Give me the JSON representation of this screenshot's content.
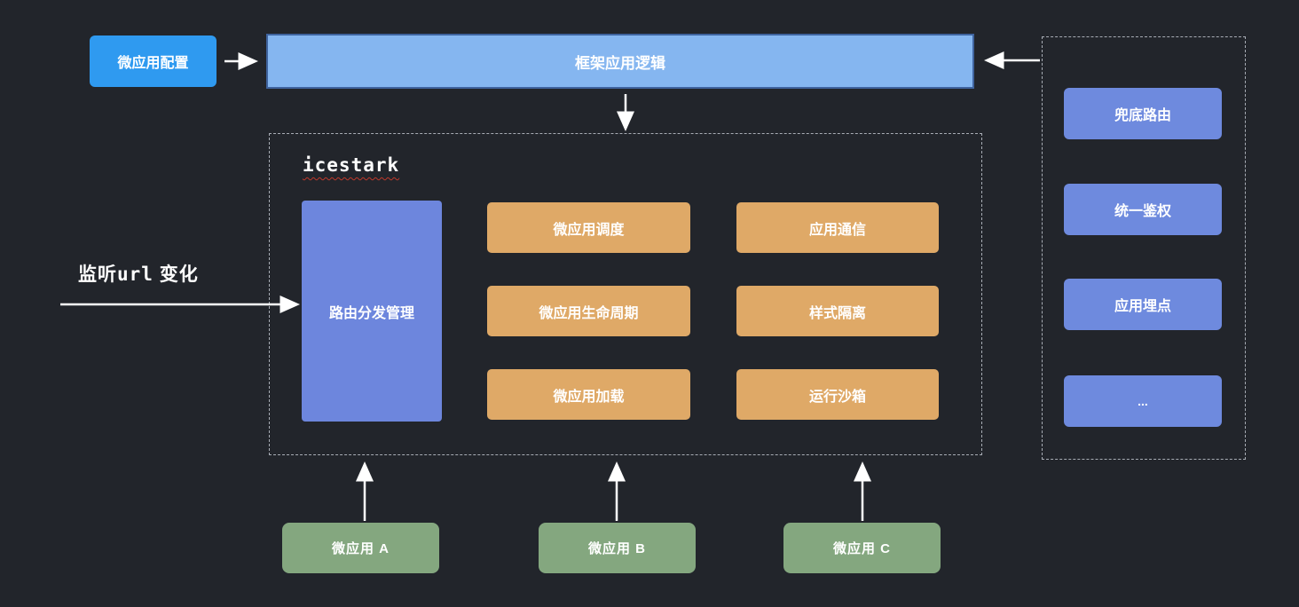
{
  "diagram": {
    "config_box": {
      "label": "微应用配置"
    },
    "framework_box": {
      "label": "框架应用逻辑"
    },
    "listen_label": {
      "prefix": "监听",
      "mono": "url",
      "suffix": " 变化"
    },
    "icestark": {
      "title": "icestark",
      "router_box": {
        "label": "路由分发管理"
      },
      "modules": [
        {
          "label": "微应用调度"
        },
        {
          "label": "应用通信"
        },
        {
          "label": "微应用生命周期"
        },
        {
          "label": "样式隔离"
        },
        {
          "label": "微应用加载"
        },
        {
          "label": "运行沙箱"
        }
      ]
    },
    "capability_panel": {
      "items": [
        {
          "label": "兜底路由"
        },
        {
          "label": "统一鉴权"
        },
        {
          "label": "应用埋点"
        },
        {
          "label": "..."
        }
      ]
    },
    "micro_apps": [
      {
        "label": "微应用 A"
      },
      {
        "label": "微应用 B"
      },
      {
        "label": "微应用 C"
      }
    ],
    "colors": {
      "background": "#22252b",
      "config_blue": "#2f9af0",
      "framework_fill": "#85b6f0",
      "framework_border": "#3f639e",
      "router_purple": "#6d86dd",
      "module_orange": "#dfa967",
      "capability_blue": "#6e8ade",
      "micro_app_green": "#84a77f",
      "arrow_white": "#ffffff",
      "dashed_border": "#a8adb5",
      "squiggle_red": "#c0392b"
    }
  }
}
